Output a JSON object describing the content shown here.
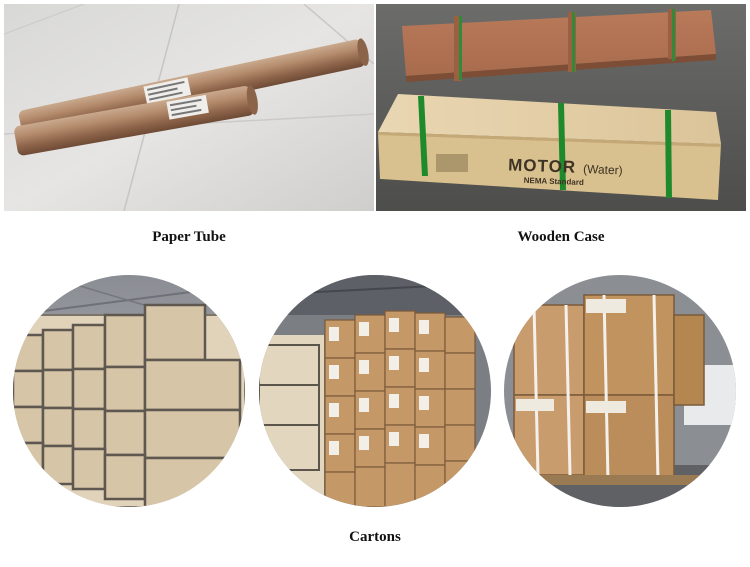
{
  "sections": {
    "top_left": {
      "caption": "Paper Tube"
    },
    "top_right": {
      "caption": "Wooden Case",
      "crate_label_main": "MOTOR",
      "crate_label_suffix": "(Water)",
      "crate_label_sub": "NEMA Standard"
    },
    "bottom": {
      "caption": "Cartons"
    }
  }
}
